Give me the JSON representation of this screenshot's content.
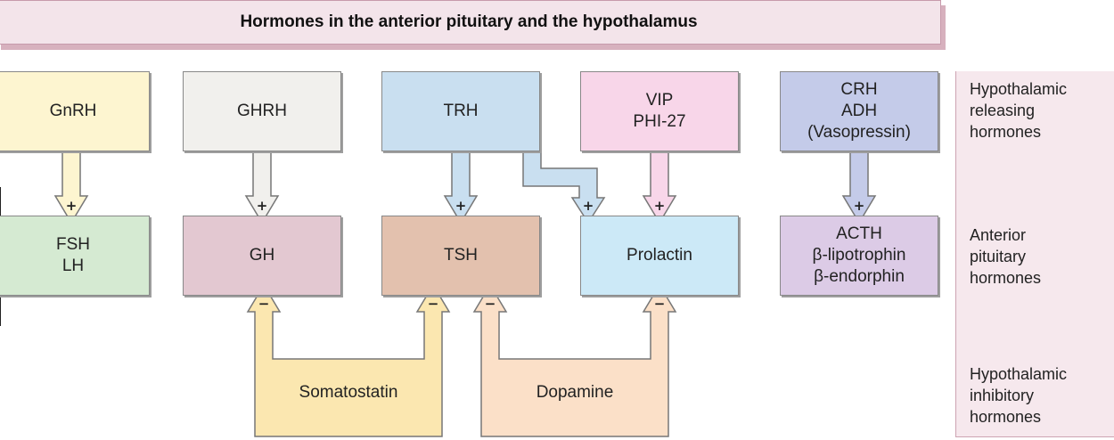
{
  "title": "Hormones in the anterior pituitary and the hypothalamus",
  "releasing": {
    "gnrh": [
      "GnRH"
    ],
    "ghrh": [
      "GHRH"
    ],
    "trh": [
      "TRH"
    ],
    "vip": [
      "VIP",
      "PHI-27"
    ],
    "crh": [
      "CRH",
      "ADH",
      "(Vasopressin)"
    ]
  },
  "pituitary": {
    "fsh": [
      "FSH",
      "LH"
    ],
    "gh": [
      "GH"
    ],
    "tsh": [
      "TSH"
    ],
    "prolactin": [
      "Prolactin"
    ],
    "acth": [
      "ACTH",
      "β-lipotrophin",
      "β-endorphin"
    ]
  },
  "inhibitory": {
    "somatostatin": [
      "Somatostatin"
    ],
    "dopamine": [
      "Dopamine"
    ]
  },
  "row_labels": {
    "releasing": [
      "Hypothalamic",
      "releasing",
      "hormones"
    ],
    "pituitary": [
      "Anterior",
      "pituitary",
      "hormones"
    ],
    "inhibitory": [
      "Hypothalamic",
      "inhibitory",
      "hormones"
    ]
  },
  "signs": {
    "stimulate": "+",
    "inhibit": "−"
  },
  "colors": {
    "gnrh": "#fdf5d0",
    "ghrh": "#f1f0ed",
    "trh": "#c9dff0",
    "vip": "#f8d6e9",
    "crh": "#c4cbe9",
    "fsh": "#d5ead2",
    "gh": "#e3c8d1",
    "tsh": "#e3c1ae",
    "prolactin": "#cce9f7",
    "acth": "#dccbe6",
    "somatostatin": "#fbe7b0",
    "dopamine": "#fbe0c8"
  }
}
